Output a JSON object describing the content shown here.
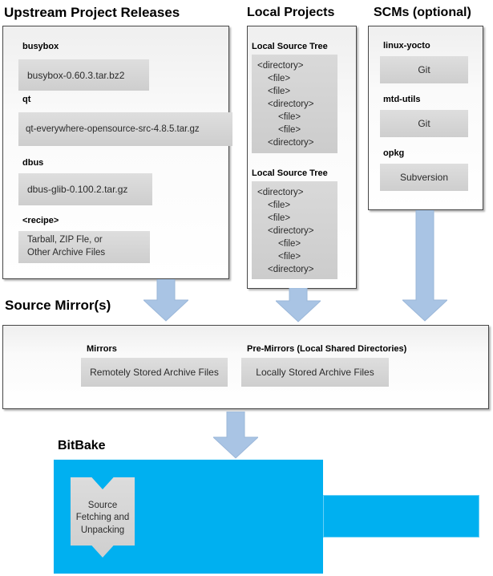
{
  "sections": {
    "upstream": {
      "title": "Upstream Project Releases",
      "items": [
        {
          "label": "busybox",
          "value": "busybox-0.60.3.tar.bz2"
        },
        {
          "label": "qt",
          "value": "qt-everywhere-opensource-src-4.8.5.tar.gz"
        },
        {
          "label": "dbus",
          "value": "dbus-glib-0.100.2.tar.gz"
        },
        {
          "label": "<recipe>",
          "value": "Tarball, ZIP Fle, or\nOther Archive Files"
        }
      ]
    },
    "local": {
      "title": "Local Projects",
      "trees": [
        {
          "label": "Local Source Tree",
          "lines": [
            "<directory>",
            "<file>",
            "<file>",
            "<directory>",
            "<file>",
            "<file>",
            "<directory>"
          ]
        },
        {
          "label": "Local Source Tree",
          "lines": [
            "<directory>",
            "<file>",
            "<file>",
            "<directory>",
            "<file>",
            "<file>",
            "<directory>"
          ]
        }
      ]
    },
    "scms": {
      "title": "SCMs (optional)",
      "items": [
        {
          "label": "linux-yocto",
          "value": "Git"
        },
        {
          "label": "mtd-utils",
          "value": "Git"
        },
        {
          "label": "opkg",
          "value": "Subversion"
        }
      ]
    },
    "mirrors": {
      "title": "Source Mirror(s)",
      "items": [
        {
          "label": "Mirrors",
          "value": "Remotely Stored Archive Files"
        },
        {
          "label": "Pre-Mirrors (Local Shared Directories)",
          "value": "Locally Stored Archive Files"
        }
      ]
    },
    "bitbake": {
      "title": "BitBake",
      "process": "Source\nFetching and\nUnpacking"
    }
  },
  "colors": {
    "bitbake_blue": "#00B0F0",
    "arrow_blue": "#A9C4E4",
    "arrow_edge": "#9BB7D9",
    "box_grey": "#D6D6D6"
  }
}
